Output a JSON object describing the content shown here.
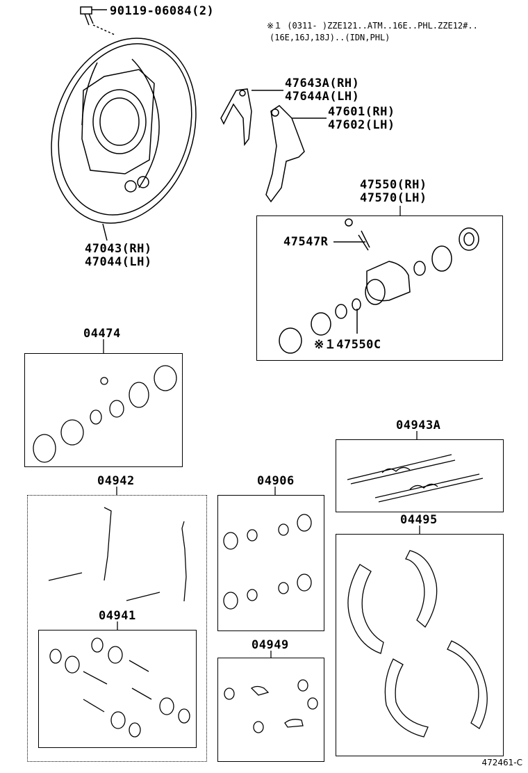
{
  "note": {
    "line1": "※１ (0311-    )ZZE121..ATM..16E..PHL.ZZE12#..",
    "line2": "(16E,16J,18J)..(IDN,PHL)"
  },
  "parts": {
    "bolt": "90119-06084(2)",
    "backing_plate_rh": "47043(RH)",
    "backing_plate_lh": "47044(LH)",
    "lever_rh": "47643A(RH)",
    "lever_lh": "47644A(LH)",
    "shoe_lever_rh": "47601(RH)",
    "shoe_lever_lh": "47602(LH)",
    "cylinder_rh": "47550(RH)",
    "cylinder_lh": "47570(LH)",
    "bleeder": "47547R",
    "cylinder_kit": "※１47550C",
    "cup_kit": "04474",
    "adjuster_kit": "04943A",
    "spring_kit": "04942",
    "boot_kit": "04906",
    "shoe_hold_kit": "04941",
    "misc_kit": "04949",
    "shoe_set": "04495"
  },
  "footer": "472461-C"
}
